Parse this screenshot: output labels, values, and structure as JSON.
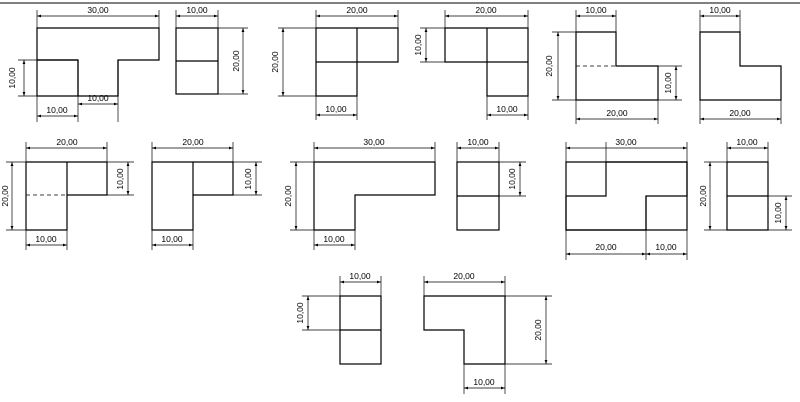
{
  "drawing": {
    "dimension_values": {
      "d10": "10,00",
      "d20": "20,00",
      "d30": "30,00"
    }
  }
}
